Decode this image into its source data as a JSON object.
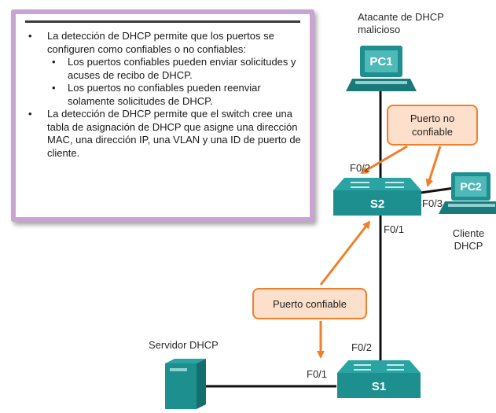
{
  "info_box": {
    "bullets": [
      {
        "text": "La detección de DHCP permite que los puertos se configuren como confiables o no confiables:",
        "sub": [
          "Los puertos confiables pueden enviar solicitudes y acuses de recibo de DHCP.",
          "Los puertos no confiables pueden reenviar solamente solicitudes de DHCP."
        ]
      },
      {
        "text": "La detección de DHCP permite que el switch cree una tabla de asignación de DHCP que asigne una dirección MAC, una dirección IP, una VLAN y una ID de puerto de cliente.",
        "sub": []
      }
    ]
  },
  "devices": {
    "pc1": {
      "label": "PC1",
      "caption_line1": "Atacante de DHCP",
      "caption_line2": "malicioso"
    },
    "pc2": {
      "label": "PC2",
      "caption_line1": "Cliente",
      "caption_line2": "DHCP"
    },
    "s2": {
      "label": "S2"
    },
    "s1": {
      "label": "S1"
    },
    "server": {
      "caption": "Servidor DHCP"
    }
  },
  "ports": {
    "s2_f02": "F0/2",
    "s2_f03": "F0/3",
    "s2_f01": "F0/1",
    "s1_f02": "F0/2",
    "s1_f01": "F0/1"
  },
  "callouts": {
    "untrusted_line1": "Puerto no",
    "untrusted_line2": "confiable",
    "trusted": "Puerto confiable"
  },
  "colors": {
    "device_teal": "#1e8f8f",
    "link_black": "#111111",
    "callout_orange": "#f07f2a",
    "callout_fill": "#fde0cc",
    "box_border": "#c9a4d2"
  }
}
